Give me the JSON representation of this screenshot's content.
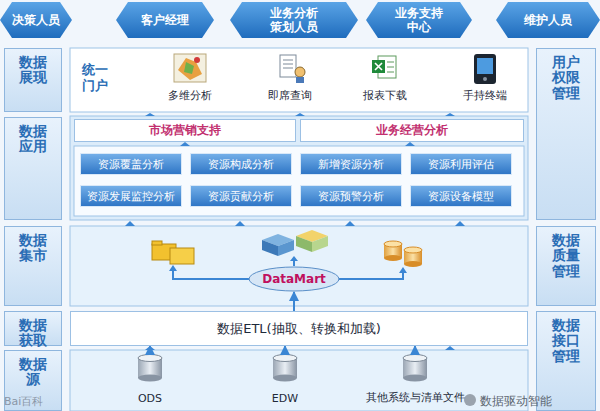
{
  "diagram": {
    "nodes": [
      {
        "text": [
          "决策人员"
        ]
      },
      {
        "text": [
          "客户经理"
        ]
      },
      {
        "text": [
          "业务分析策划人员"
        ]
      },
      {
        "text": [
          "业务支持中心"
        ]
      },
      {
        "text": [
          "维护人员"
        ]
      },
      {
        "text": [
          "数据展现"
        ]
      },
      {
        "text": [
          "数据应用"
        ]
      },
      {
        "text": [
          "数据集市"
        ]
      },
      {
        "text": [
          "数据获取"
        ]
      },
      {
        "text": [
          "数据源"
        ]
      },
      {
        "text": [
          "用户权限管理"
        ]
      },
      {
        "text": [
          "数据质量管理"
        ]
      },
      {
        "text": [
          "数据接口管理"
        ]
      },
      {
        "text": [
          "统一门户",
          "多维分析",
          "即席查询",
          "报表下载",
          "手持终端"
        ]
      },
      {
        "text": [
          "市场营销支持"
        ]
      },
      {
        "text": [
          "业务经营分析"
        ]
      },
      {
        "text": [
          "资源覆盖分析"
        ]
      },
      {
        "text": [
          "资源构成分析"
        ]
      },
      {
        "text": [
          "新增资源分析"
        ]
      },
      {
        "text": [
          "资源利用评估"
        ]
      },
      {
        "text": [
          "资源发展监控分析"
        ]
      },
      {
        "text": [
          "资源贡献分析"
        ]
      },
      {
        "text": [
          "资源预警分析"
        ]
      },
      {
        "text": [
          "资源设备模型"
        ]
      },
      {
        "text": [
          "DataMart"
        ]
      },
      {
        "text": [
          "数据ETL(抽取、转换和加载)"
        ]
      },
      {
        "text": [
          "ODS"
        ]
      },
      {
        "text": [
          "EDW"
        ]
      },
      {
        "text": [
          "其他系统与清单文件"
        ]
      }
    ],
    "edges": [
      {
        "from": 26,
        "to": 25,
        "arrow": "to"
      },
      {
        "from": 27,
        "to": 25,
        "arrow": "to"
      },
      {
        "from": 28,
        "to": 25,
        "arrow": "to"
      },
      {
        "from": 25,
        "to": 24,
        "arrow": "to"
      }
    ],
    "labels": [
      "Bai百科",
      "数据驱动智能"
    ]
  }
}
